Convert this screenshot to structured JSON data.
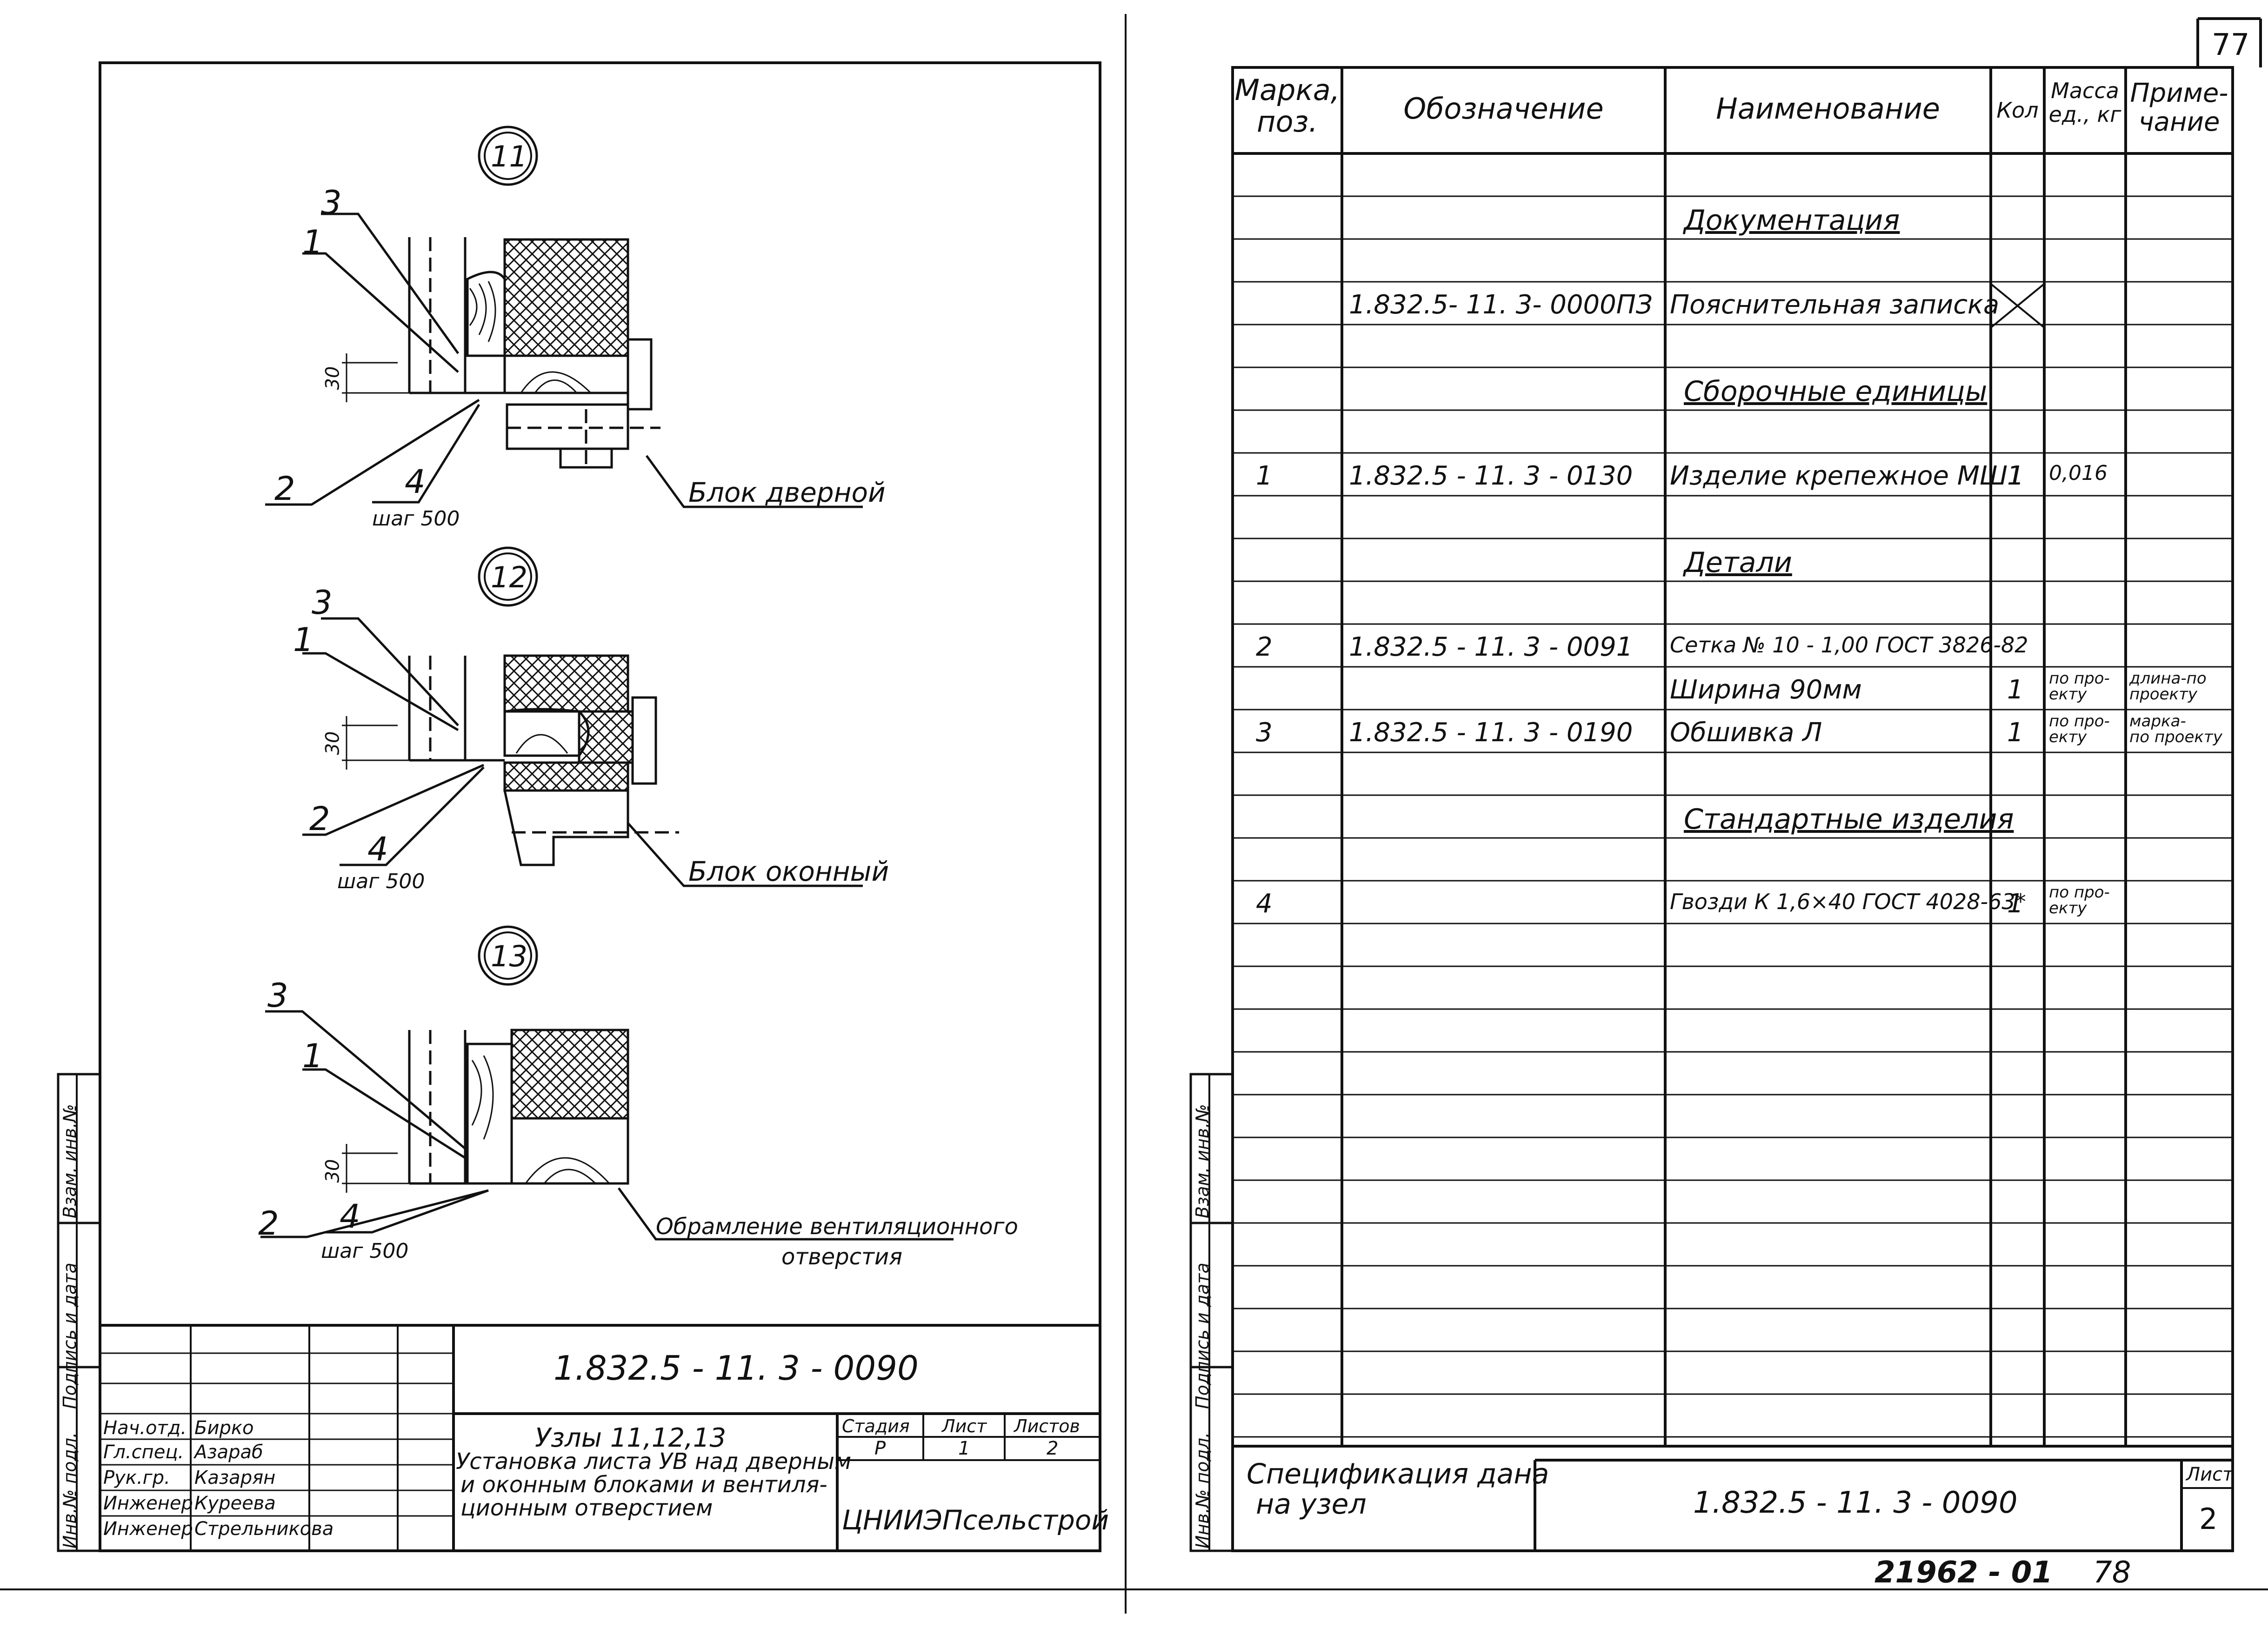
{
  "page_number": "77",
  "left_sheet": {
    "nodes": [
      {
        "number": "11",
        "leaders": {
          "l3": "3",
          "l1": "1",
          "l2": "2",
          "l4": "4",
          "step": "шаг 500",
          "dim": "30"
        },
        "block_label": "Блок дверной"
      },
      {
        "number": "12",
        "leaders": {
          "l3": "3",
          "l1": "1",
          "l2": "2",
          "l4": "4",
          "step": "шаг 500",
          "dim": "30"
        },
        "block_label": "Блок оконный"
      },
      {
        "number": "13",
        "leaders": {
          "l3": "3",
          "l1": "1",
          "l2": "2",
          "l4": "4",
          "step": "шаг 500",
          "dim": "30"
        },
        "block_label": "Обрамление вентиляционного",
        "block_label2": "отверстия"
      }
    ],
    "side_stamp": [
      "Инв.№ подл.",
      "Подпись и дата",
      "Взам. инв.№"
    ],
    "title_block": {
      "code": "1.832.5 - 11. 3 - 0090",
      "roles": [
        {
          "role": "Нач.отд.",
          "name": "Бирко"
        },
        {
          "role": "Гл.спец.",
          "name": "Азараб"
        },
        {
          "role": "Рук.гр.",
          "name": "Казарян"
        },
        {
          "role": "Инженер",
          "name": "Куреева"
        },
        {
          "role": "Инженер",
          "name": "Стрельникова"
        }
      ],
      "title_lines": [
        "Узлы 11,12,13",
        "Установка листа УВ над дверным",
        "и оконным блоками и вентиля-",
        "ционным отверстием"
      ],
      "stage_header": "Стадия",
      "sheet_header": "Лист",
      "sheets_header": "Листов",
      "stage": "Р",
      "sheet": "1",
      "sheets": "2",
      "organization": "ЦНИИЭПсельстрой"
    }
  },
  "right_sheet": {
    "headers": {
      "mark": [
        "Марка,",
        "поз."
      ],
      "designation": "Обозначение",
      "name": "Наименование",
      "qty": "Кол",
      "mass": [
        "Масса",
        "ед., кг"
      ],
      "note": [
        "Приме-",
        "чание"
      ]
    },
    "rows": [
      {
        "pos": "",
        "designation": "",
        "name": "",
        "qty": "",
        "mass": "",
        "note": ""
      },
      {
        "pos": "",
        "designation": "",
        "name": "Документация",
        "section": true,
        "qty": "",
        "mass": "",
        "note": ""
      },
      {
        "pos": "",
        "designation": "",
        "name": "",
        "qty": "",
        "mass": "",
        "note": ""
      },
      {
        "pos": "",
        "designation": "1.832.5- 11. 3- 0000ПЗ",
        "name": "Пояснительная записка",
        "qty": "",
        "cross": true,
        "mass": "",
        "note": ""
      },
      {
        "pos": "",
        "designation": "",
        "name": "",
        "qty": "",
        "mass": "",
        "note": ""
      },
      {
        "pos": "",
        "designation": "",
        "name": "Сборочные единицы",
        "section": true,
        "qty": "",
        "mass": "",
        "note": ""
      },
      {
        "pos": "",
        "designation": "",
        "name": "",
        "qty": "",
        "mass": "",
        "note": ""
      },
      {
        "pos": "1",
        "designation": "1.832.5 - 11. 3 - 0130",
        "name": "Изделие крепежное МШ1",
        "qty": "1",
        "mass": "0,016",
        "note": ""
      },
      {
        "pos": "",
        "designation": "",
        "name": "",
        "qty": "",
        "mass": "",
        "note": ""
      },
      {
        "pos": "",
        "designation": "",
        "name": "Детали",
        "section": true,
        "qty": "",
        "mass": "",
        "note": ""
      },
      {
        "pos": "",
        "designation": "",
        "name": "",
        "qty": "",
        "mass": "",
        "note": ""
      },
      {
        "pos": "2",
        "designation": "1.832.5 - 11. 3 - 0091",
        "name": "Сетка № 10 - 1,00 ГОСТ 3826-82",
        "qty": "",
        "mass": "",
        "note": ""
      },
      {
        "pos": "",
        "designation": "",
        "name": "Ширина 90мм",
        "qty": "1",
        "mass": "по про-|екту",
        "note": "длина-по|проекту"
      },
      {
        "pos": "3",
        "designation": "1.832.5 - 11. 3 - 0190",
        "name": "Обшивка Л",
        "qty": "1",
        "mass": "по про-|екту",
        "note": "марка-|по проекту"
      },
      {
        "pos": "",
        "designation": "",
        "name": "",
        "qty": "",
        "mass": "",
        "note": ""
      },
      {
        "pos": "",
        "designation": "",
        "name": "Стандартные изделия",
        "section": true,
        "qty": "",
        "mass": "",
        "note": ""
      },
      {
        "pos": "",
        "designation": "",
        "name": "",
        "qty": "",
        "mass": "",
        "note": ""
      },
      {
        "pos": "4",
        "designation": "",
        "name": "Гвозди К 1,6×40 ГОСТ 4028-63*",
        "qty": "1",
        "mass": "по про-|екту",
        "note": ""
      }
    ],
    "footer": {
      "caption_line1": "Спецификация дана",
      "caption_line2": "на узел",
      "code": "1.832.5 - 11. 3 - 0090",
      "sheet_label": "Лист",
      "sheet_number": "2"
    },
    "side_stamp": [
      "Инв.№ подл.",
      "Подпись и дата",
      "Взам. инв.№"
    ],
    "archive_number": "21962 - 01",
    "archive_suffix": "78"
  }
}
